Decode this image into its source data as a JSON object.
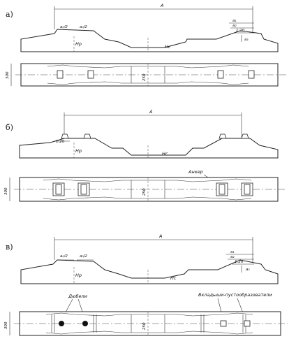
{
  "sections": [
    {
      "label": "а)",
      "dim_A": "A",
      "half_1": "a₀/2",
      "half_2": "a₀/2",
      "dim_a1": "a₁",
      "dim_a2": "a₂",
      "dim_a3": "a₃",
      "slope": "1:20",
      "height_rail": "Hp",
      "height_center": "Hc",
      "width": "300",
      "center_width": "250"
    },
    {
      "label": "б)",
      "dim_A": "A",
      "slope": "1:20",
      "height_rail": "Hp",
      "height_center": "Hc",
      "anchor": "Анкер",
      "width": "300",
      "center_width": "250"
    },
    {
      "label": "в)",
      "dim_A": "A",
      "half_1": "a₀/2",
      "half_2": "a₀/2",
      "dim_a1": "a₁",
      "dim_a2": "a₂",
      "dim_a3": "a₃",
      "slope": "1:20",
      "height_rail": "Hp",
      "height_center": "Hc",
      "dowels": "Дюбели",
      "inserts": "Вкладыши-пустообразователи",
      "width": "300",
      "center_width": "250"
    }
  ]
}
